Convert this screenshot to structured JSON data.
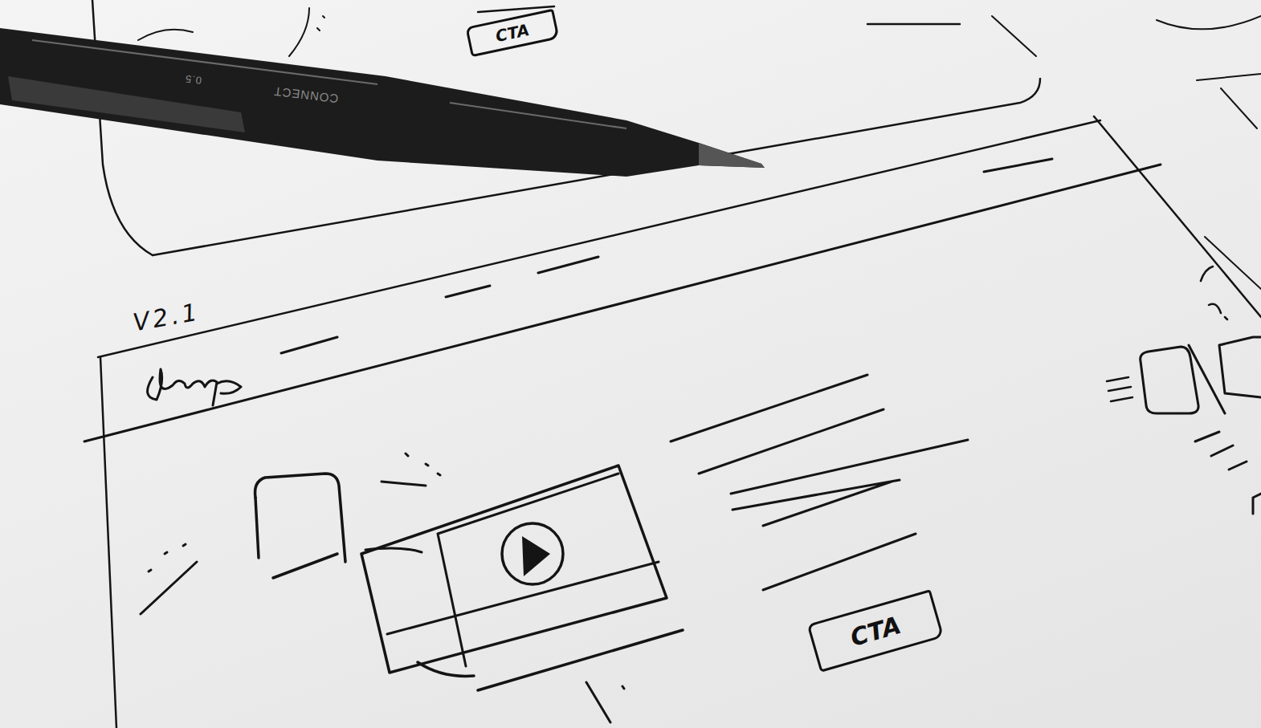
{
  "diagram": {
    "nodes": [
      {
        "text": [
          "CTA"
        ]
      },
      {
        "text": [
          "CTA"
        ]
      }
    ],
    "labels": [
      "V2.1",
      "CONNECT",
      "0.5"
    ]
  }
}
